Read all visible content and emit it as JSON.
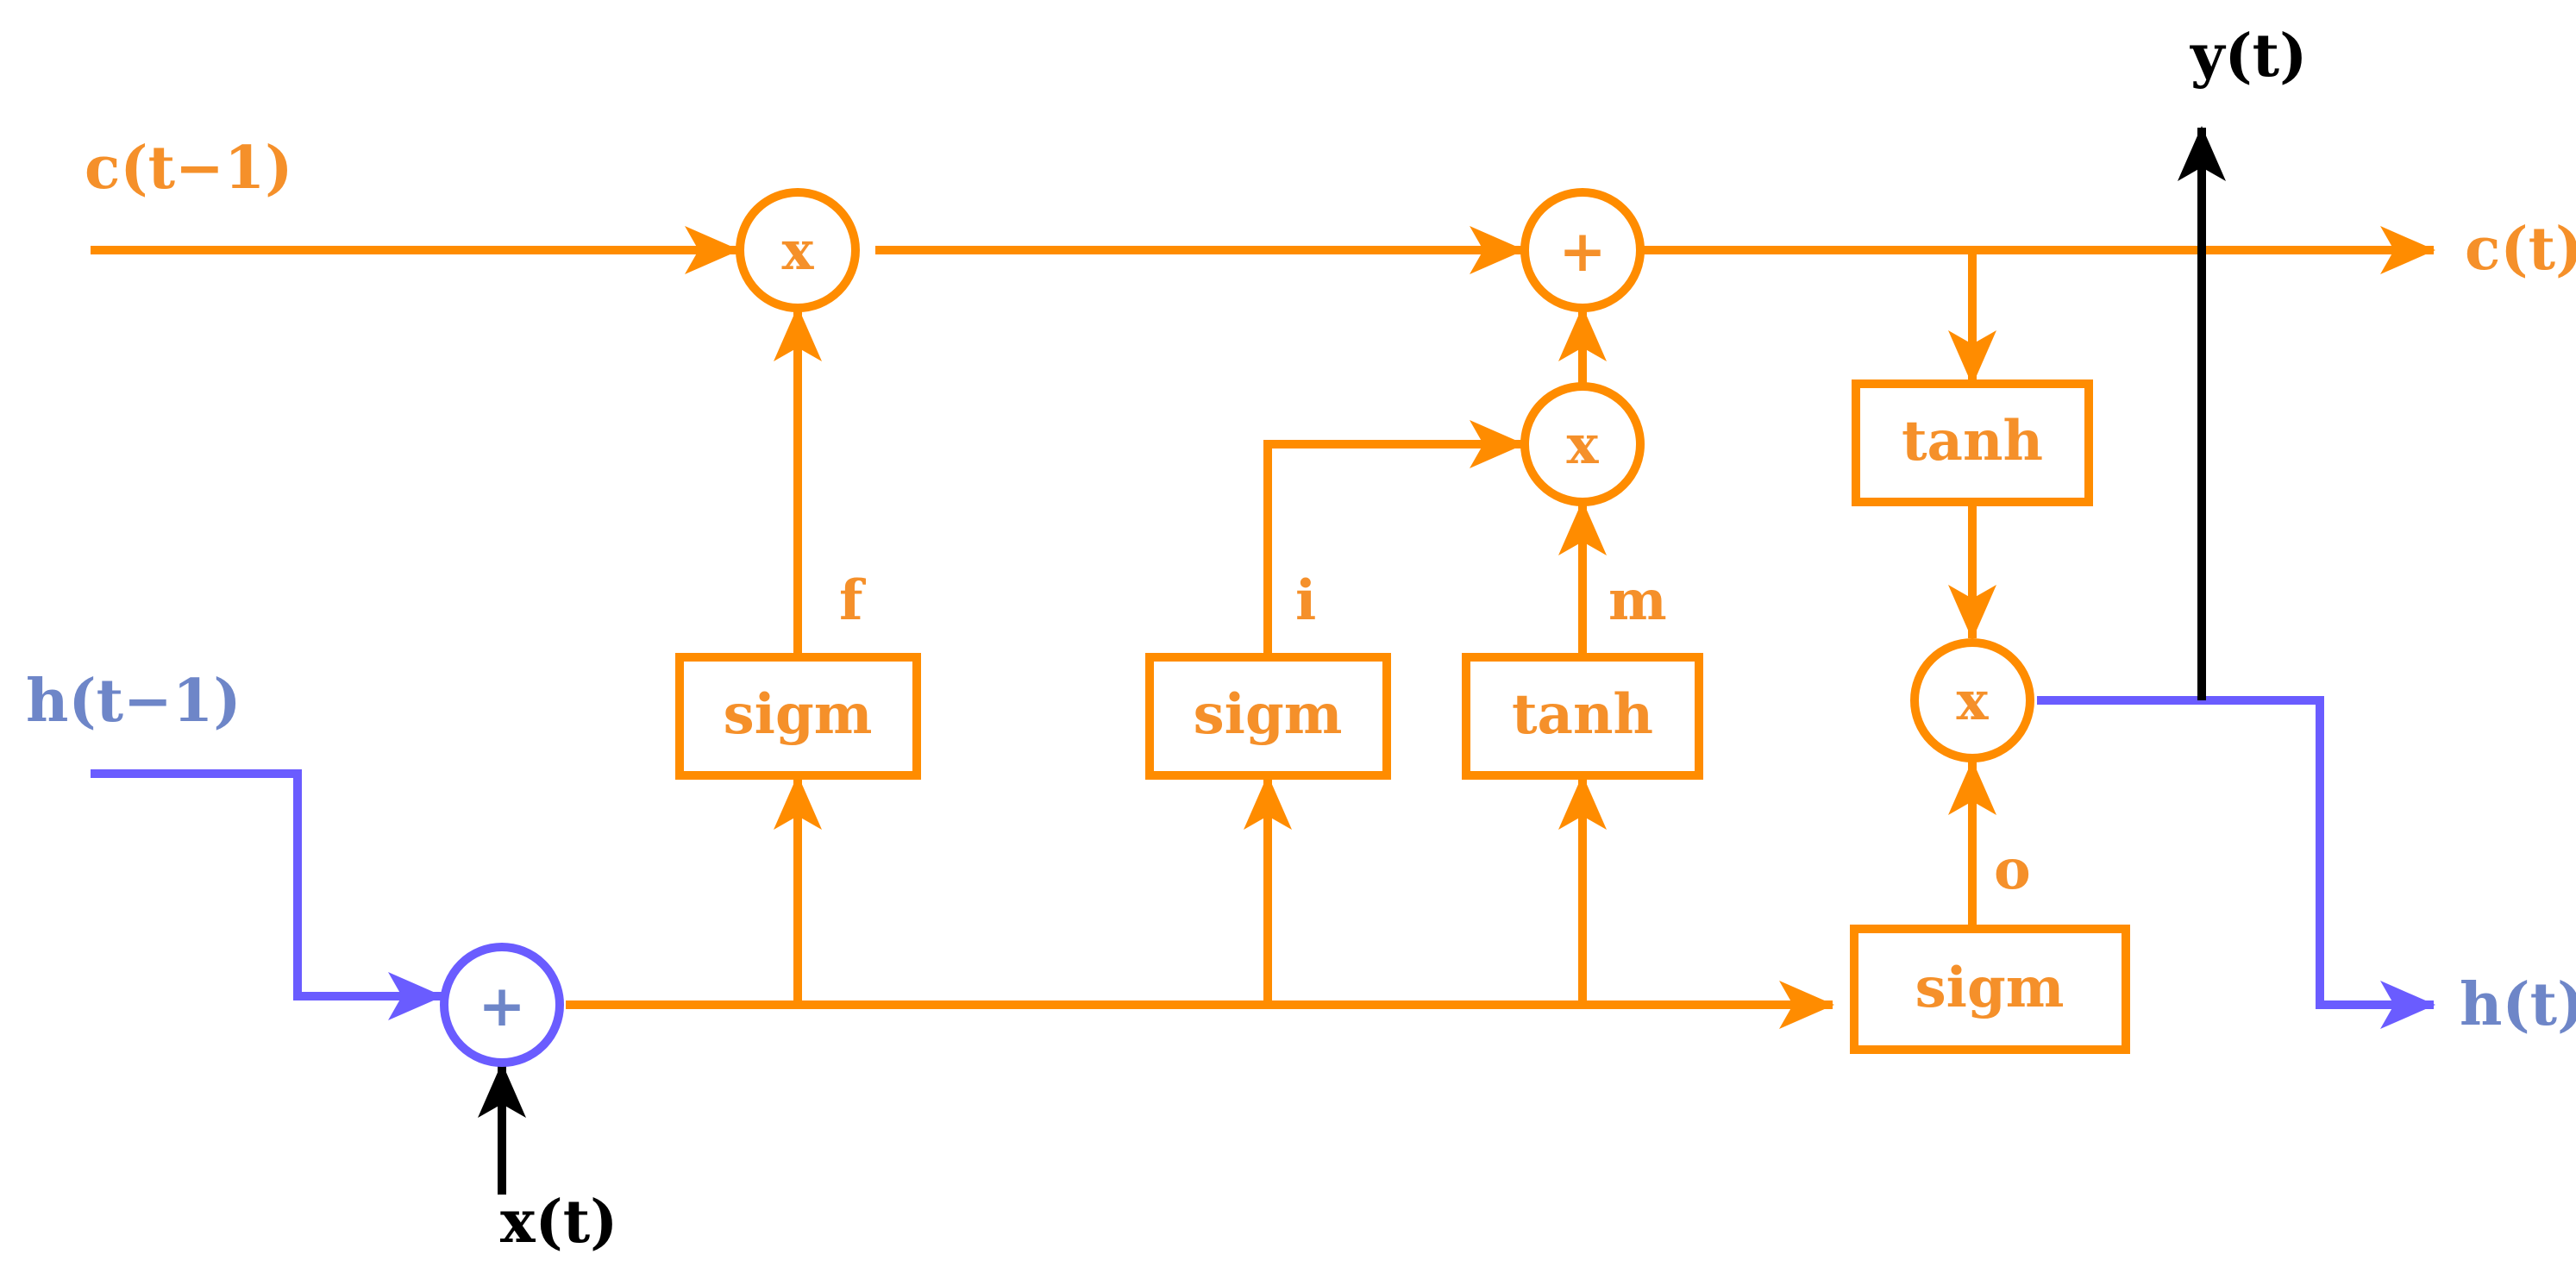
{
  "colors": {
    "cell_path": "#FF8C00",
    "hidden_path": "#6A5CFF",
    "io_path": "#000000",
    "cell_label": "#F5902A",
    "hidden_label": "#6E86C8",
    "background": "#FFFFFF"
  },
  "labels": {
    "c_prev": "c(t−1)",
    "c_next": "c(t)",
    "h_prev": "h(t−1)",
    "h_next": "h(t)",
    "x_in": "x(t)",
    "y_out": "y(t)",
    "gate_f": "f",
    "gate_i": "i",
    "gate_m": "m",
    "gate_o": "o"
  },
  "operators": {
    "mul_forget": "x",
    "add_cell": "+",
    "mul_input": "x",
    "mul_output": "x",
    "add_input": "+"
  },
  "blocks": {
    "sigm_forget": "sigm",
    "sigm_input": "sigm",
    "tanh_candidate": "tanh",
    "tanh_cell": "tanh",
    "sigm_output": "sigm"
  }
}
